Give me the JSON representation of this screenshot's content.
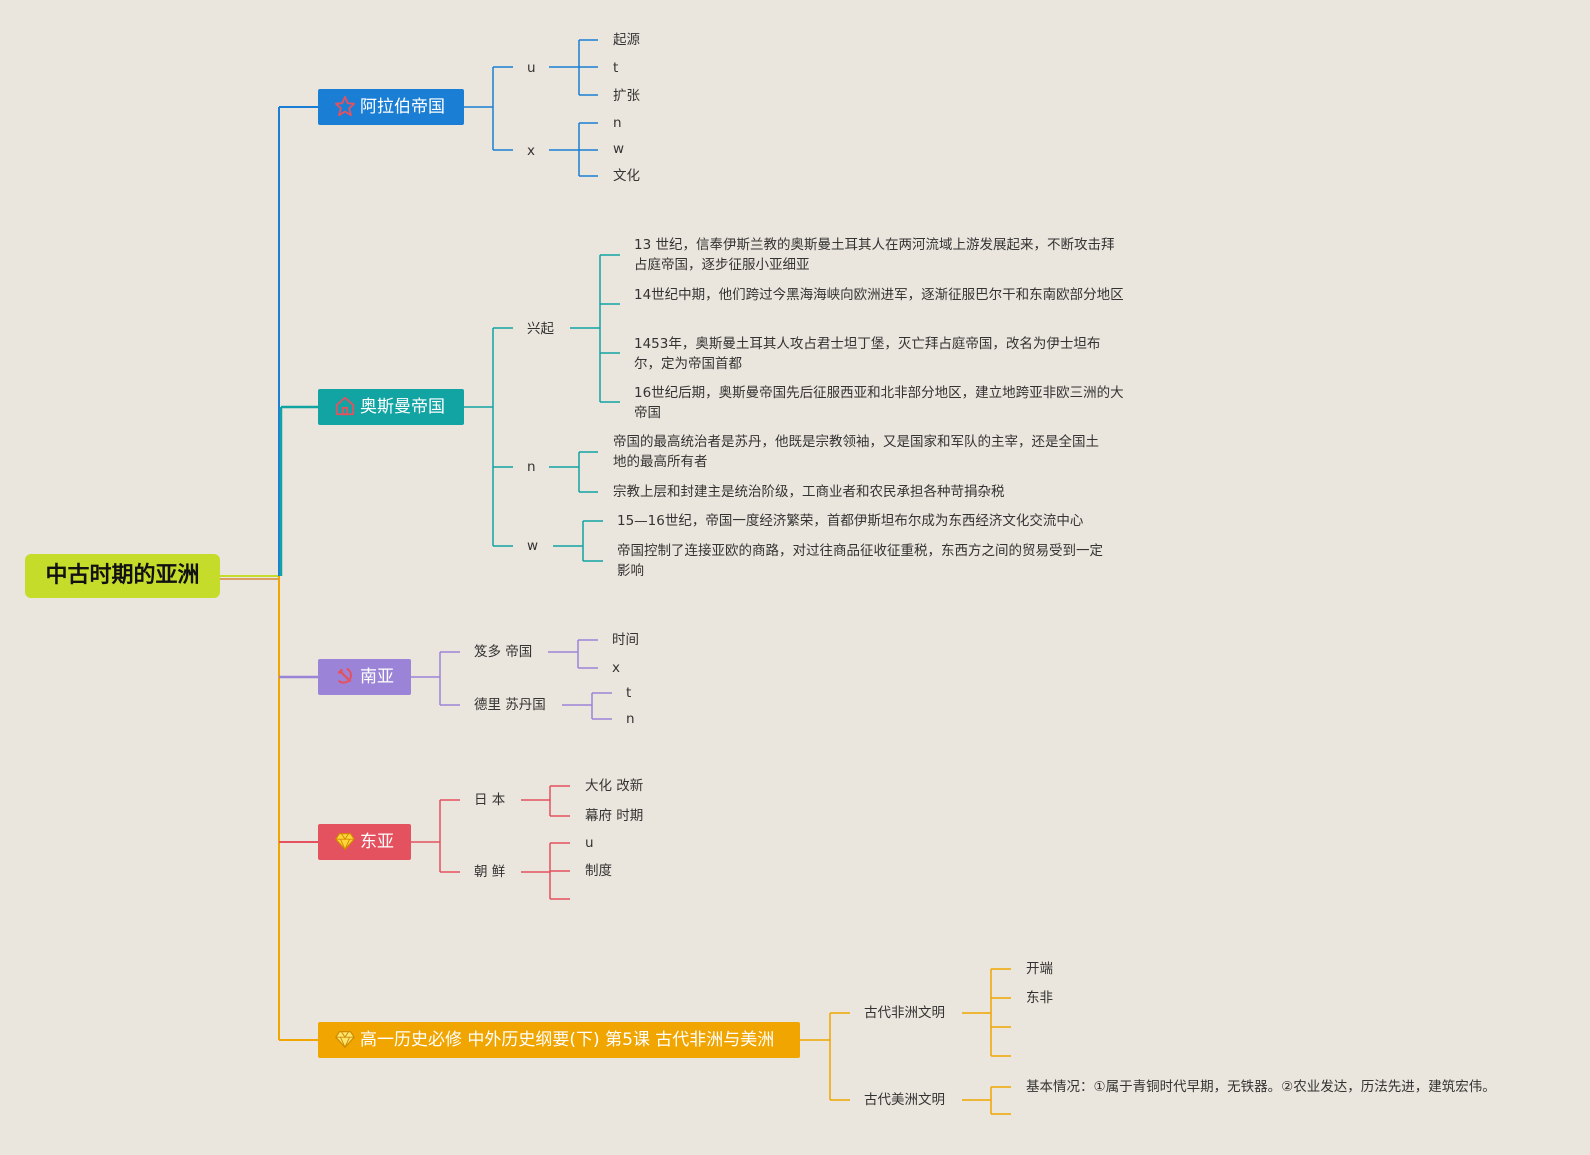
{
  "root": "中古时期的亚洲",
  "colors": {
    "root": "#c6dc2a",
    "arabia": "#1a7fd4",
    "ottoman": "#12a3a3",
    "south": "#9b84d8",
    "east": "#e4515f",
    "africa": "#f0a500"
  },
  "branches": {
    "arabia": {
      "title": "阿拉伯帝国",
      "icon": "star-icon",
      "sub": [
        {
          "label": "u",
          "items": [
            "起源",
            "t",
            "扩张"
          ]
        },
        {
          "label": "x",
          "items": [
            "n",
            "w",
            "文化"
          ]
        }
      ]
    },
    "ottoman": {
      "title": "奥斯曼帝国",
      "icon": "house-icon",
      "sub": [
        {
          "label": "兴起",
          "items": [
            "13 世纪，信奉伊斯兰教的奥斯曼土耳其人在两河流域上游发展起来，不断攻击拜占庭帝国，逐步征服小亚细亚",
            "14世纪中期，他们跨过今黑海海峡向欧洲进军，逐渐征服巴尔干和东南欧部分地区",
            "1453年，奥斯曼土耳其人攻占君士坦丁堡，灭亡拜占庭帝国，改名为伊士坦布尔，定为帝国首都",
            "16世纪后期，奥斯曼帝国先后征服西亚和北非部分地区，建立地跨亚非欧三洲的大帝国"
          ]
        },
        {
          "label": "n",
          "items": [
            "帝国的最高统治者是苏丹，他既是宗教领袖，又是国家和军队的主宰，还是全国土地的最高所有者",
            "宗教上层和封建主是统治阶级，工商业者和农民承担各种苛捐杂税"
          ]
        },
        {
          "label": "w",
          "items": [
            "15—16世纪，帝国一度经济繁荣，首都伊斯坦布尔成为东西经济文化交流中心",
            "帝国控制了连接亚欧的商路，对过往商品征收征重税，东西方之间的贸易受到一定影响"
          ]
        }
      ]
    },
    "south": {
      "title": "南亚",
      "icon": "hammer-sickle-icon",
      "sub": [
        {
          "label": "笈多 帝国",
          "items": [
            "时间",
            "x"
          ]
        },
        {
          "label": "德里 苏丹国",
          "items": [
            "t",
            "n"
          ]
        }
      ]
    },
    "east": {
      "title": "东亚",
      "icon": "gem-icon",
      "sub": [
        {
          "label": "日 本",
          "items": [
            "大化 改新",
            "幕府 时期"
          ]
        },
        {
          "label": "朝 鲜",
          "items": [
            "u",
            "制度"
          ]
        }
      ]
    },
    "africa": {
      "title": "高一历史必修 中外历史纲要(下) 第5课 古代非洲与美洲",
      "icon": "gem-icon",
      "sub": [
        {
          "label": "古代非洲文明",
          "items": [
            "开端",
            "东非"
          ]
        },
        {
          "label": "古代美洲文明",
          "items": [
            "基本情况：①属于青铜时代早期，无铁器。②农业发达，历法先进，建筑宏伟。"
          ]
        }
      ]
    }
  }
}
